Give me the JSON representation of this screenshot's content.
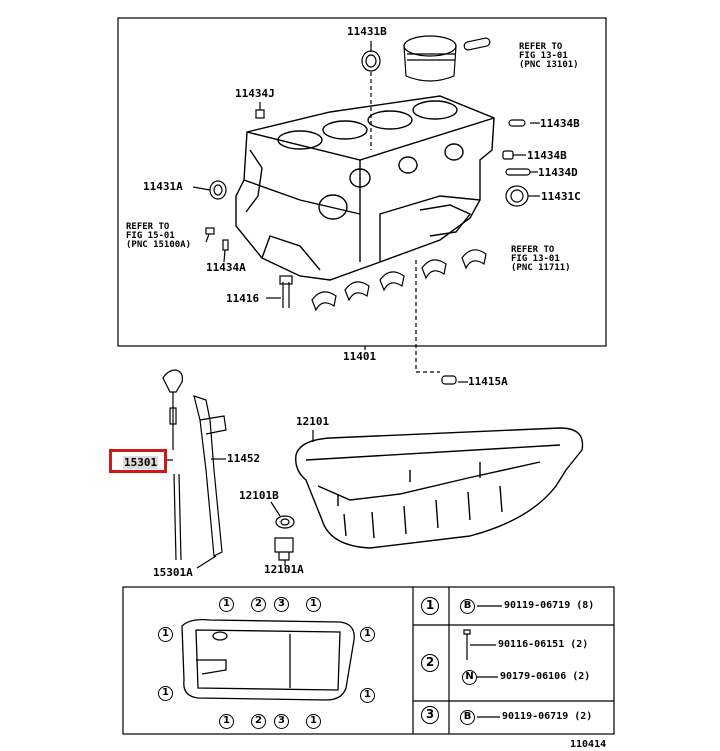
{
  "parts": {
    "p11431B": "11431B",
    "p11434J": "11434J",
    "p11434B_1": "11434B",
    "p11434B_2": "11434B",
    "p11434D": "11434D",
    "p11431A": "11431A",
    "p11431C": "11431C",
    "p11434A": "11434A",
    "p11416": "11416",
    "p11401": "11401",
    "p11415A": "11415A",
    "p12101": "12101",
    "p11452": "11452",
    "p12101B": "12101B",
    "p15301A": "15301A",
    "p12101A": "12101A",
    "p15301": "15301"
  },
  "refs": {
    "ref_piston": "REFER TO\nFIG 13-01\n(PNC 13101)",
    "ref_block": "REFER TO\nFIG 15-01\n(PNC 15100A)",
    "ref_bearing": "REFER TO\nFIG 13-01\n(PNC 11711)"
  },
  "bolt_map": {
    "n1": "1",
    "n2": "2",
    "n3": "3"
  },
  "legend": {
    "row1_marker": "1",
    "row1_letter": "B",
    "row1_part": "90119-06719 (8)",
    "row2_marker": "2",
    "row2_part_top": "90116-06151 (2)",
    "row2_letter": "N",
    "row2_part_bottom": "90179-06106 (2)",
    "row3_marker": "3",
    "row3_letter": "B",
    "row3_part": "90119-06719 (2)"
  },
  "figure_id": "110414"
}
